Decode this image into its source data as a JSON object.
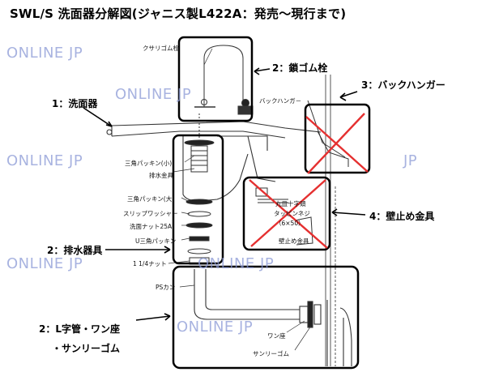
{
  "title": "SWL/S 洗面器分解図(ジャニス製L422A：発売～現行まで)",
  "watermark": "ONLINE JP",
  "watermark_tail": "JP",
  "callouts": {
    "basin": "1：洗面器",
    "chain_stopper": "2：鎖ゴム栓",
    "back_hanger": "3：バックハンガー",
    "drain": "2：排水器具",
    "wall_bracket": "4：壁止め金具",
    "l_pipe_line1": "2：L字管・ワン座",
    "l_pipe_line2": "・サンリーゴム"
  },
  "parts": {
    "kusari_stopper": "クサリゴム栓",
    "back_hanger_part": "バックハンガ－",
    "triangle_packing_small": "三角パッキン(小)",
    "drain_fitting": "排水金具",
    "triangle_packing_large": "三角パッキン(大)",
    "slip_washer": "スリップワッシャー",
    "basin_nut": "洗面ナット25A",
    "u_triangle_packing": "U三角パッキン",
    "nut_1_14": "1 1/4ナット",
    "ps_cap": "PSカン",
    "wan_seat": "ワン座",
    "sunry_rubber": "サンリーゴム",
    "screw_line1": "丸皿十字頭",
    "screw_line2": "タッピンネジ",
    "screw_line3": "（6×50）",
    "wall_bracket_part": "壁止め金具"
  },
  "colors": {
    "frame": "#000000",
    "cross": "#e53030",
    "watermark": "#8c9ad6"
  }
}
